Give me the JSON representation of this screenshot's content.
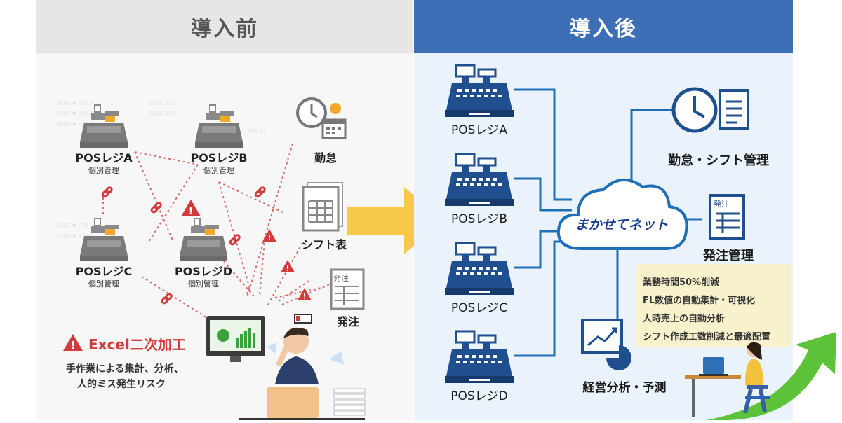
{
  "before": {
    "title": "導入前",
    "registers": [
      {
        "label": "POSレジA",
        "sub": "個別管理"
      },
      {
        "label": "POSレジB",
        "sub": "個別管理"
      },
      {
        "label": "POSレジC",
        "sub": "個別管理"
      },
      {
        "label": "POSレジD",
        "sub": "個別管理"
      }
    ],
    "outputs": [
      {
        "label": "勤怠",
        "icon": "clock-calendar-icon"
      },
      {
        "label": "シフト表",
        "icon": "spreadsheet-icon"
      },
      {
        "label": "発注",
        "icon": "order-form-icon"
      }
    ],
    "warning": {
      "title": "Excel二次加工",
      "line1": "手作業による集計、分析、",
      "line2": "人的ミス発生リスク"
    }
  },
  "after": {
    "title": "導入後",
    "registers": [
      {
        "label": "POSレジA"
      },
      {
        "label": "POSレジB"
      },
      {
        "label": "POSレジC"
      },
      {
        "label": "POSレジD"
      }
    ],
    "hub": "まかせてネット",
    "outputs": [
      {
        "label": "勤怠・シフト管理",
        "icon": "clock-document-icon"
      },
      {
        "label": "発注管理",
        "icon": "order-document-icon",
        "doc_tag": "発注"
      },
      {
        "label": "経営分析・予測",
        "icon": "chart-analysis-icon"
      }
    ],
    "benefits": [
      "業務時間50%削減",
      "FL数値の自動集計・可視化",
      "人時売上の自動分析",
      "シフト作成工数削減と最適配置"
    ]
  },
  "colors": {
    "before_header": "#e6e6e6",
    "after_header": "#3d6fb6",
    "transition_arrow": "#f7c948",
    "warning_red": "#d13b3b",
    "connection_blue": "#1f6fb8",
    "growth_arrow": "#5cc23a"
  }
}
